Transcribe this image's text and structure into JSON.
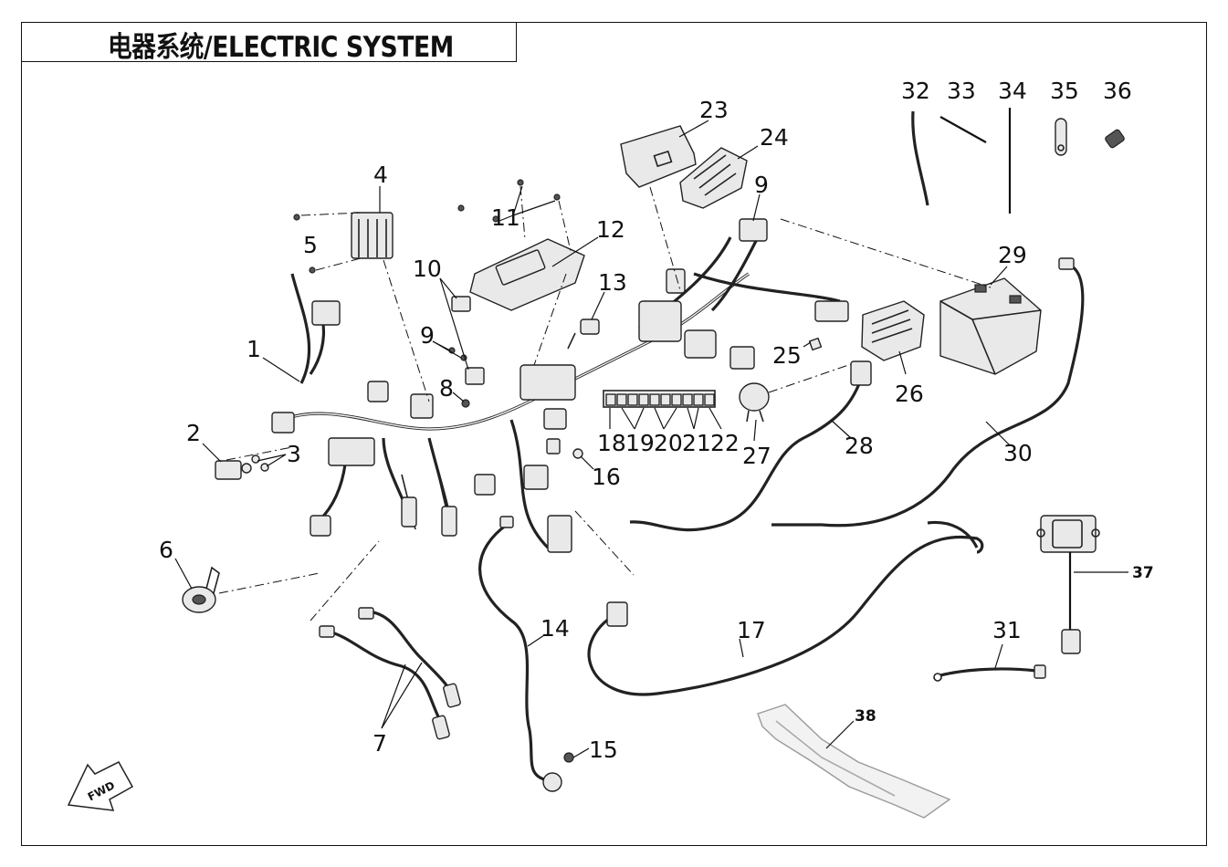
{
  "header": {
    "title": "电器系统/ELECTRIC SYSTEM"
  },
  "diagram": {
    "callouts": [
      {
        "id": "1",
        "text": "1"
      },
      {
        "id": "2",
        "text": "2"
      },
      {
        "id": "3",
        "text": "3"
      },
      {
        "id": "4",
        "text": "4"
      },
      {
        "id": "5",
        "text": "5"
      },
      {
        "id": "6",
        "text": "6"
      },
      {
        "id": "7",
        "text": "7"
      },
      {
        "id": "8",
        "text": "8"
      },
      {
        "id": "9a",
        "text": "9"
      },
      {
        "id": "9b",
        "text": "9"
      },
      {
        "id": "10",
        "text": "10"
      },
      {
        "id": "11",
        "text": "11"
      },
      {
        "id": "12",
        "text": "12"
      },
      {
        "id": "13",
        "text": "13"
      },
      {
        "id": "14",
        "text": "14"
      },
      {
        "id": "15",
        "text": "15"
      },
      {
        "id": "16",
        "text": "16"
      },
      {
        "id": "17",
        "text": "17"
      },
      {
        "id": "18",
        "text": "18"
      },
      {
        "id": "19",
        "text": "19"
      },
      {
        "id": "20",
        "text": "20"
      },
      {
        "id": "21",
        "text": "21"
      },
      {
        "id": "22",
        "text": "22"
      },
      {
        "id": "23",
        "text": "23"
      },
      {
        "id": "24",
        "text": "24"
      },
      {
        "id": "25",
        "text": "25"
      },
      {
        "id": "26",
        "text": "26"
      },
      {
        "id": "27",
        "text": "27"
      },
      {
        "id": "28",
        "text": "28"
      },
      {
        "id": "29",
        "text": "29"
      },
      {
        "id": "30",
        "text": "30"
      },
      {
        "id": "31",
        "text": "31"
      },
      {
        "id": "32",
        "text": "32"
      },
      {
        "id": "33",
        "text": "33"
      },
      {
        "id": "34",
        "text": "34"
      },
      {
        "id": "35",
        "text": "35"
      },
      {
        "id": "36",
        "text": "36"
      },
      {
        "id": "37",
        "text": "37"
      },
      {
        "id": "38",
        "text": "38"
      }
    ],
    "fwd_arrow": "FWD"
  }
}
